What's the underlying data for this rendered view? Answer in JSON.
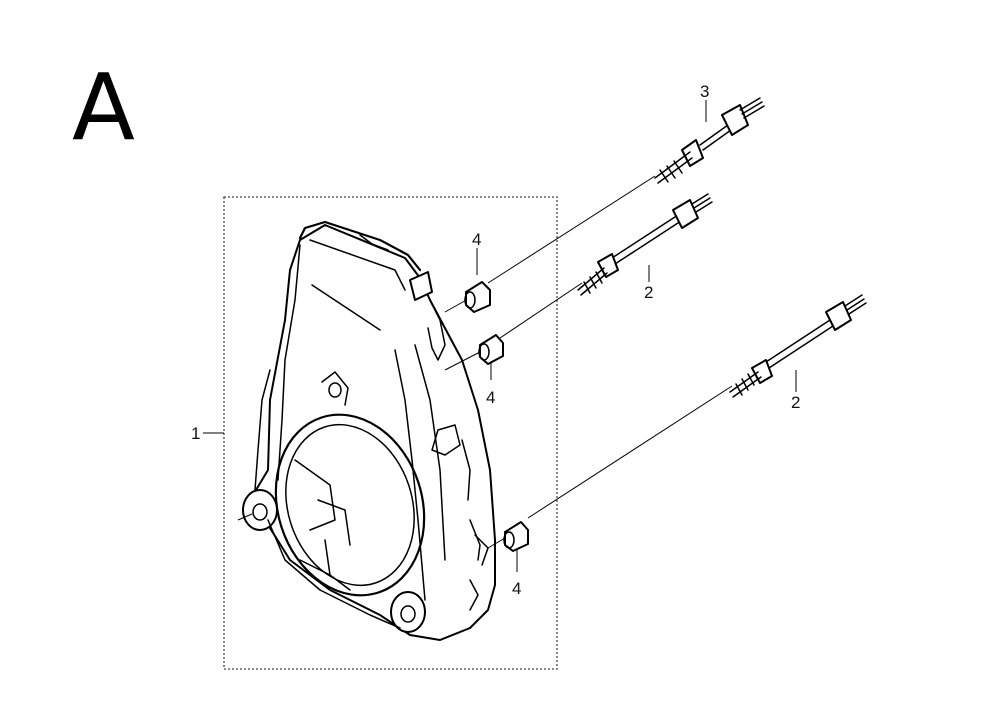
{
  "diagram": {
    "section_letter": "A",
    "callouts": [
      {
        "id": "callout-1",
        "label": "1"
      },
      {
        "id": "callout-2a",
        "label": "2"
      },
      {
        "id": "callout-2b",
        "label": "2"
      },
      {
        "id": "callout-3",
        "label": "3"
      },
      {
        "id": "callout-4a",
        "label": "4"
      },
      {
        "id": "callout-4b",
        "label": "4"
      },
      {
        "id": "callout-4c",
        "label": "4"
      }
    ],
    "parts": [
      "fan-cover",
      "long-stud-bolt",
      "stud-bolt",
      "collar"
    ]
  }
}
